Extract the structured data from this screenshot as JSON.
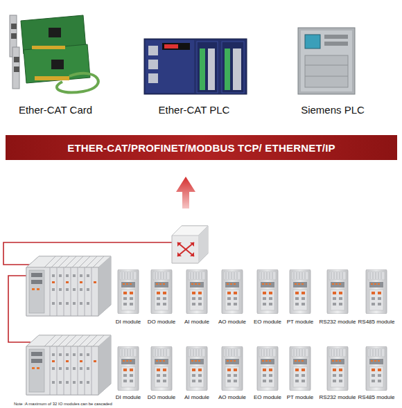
{
  "diagram": {
    "nodes": [
      {
        "text": [
          "Ether-CAT Card"
        ]
      },
      {
        "text": [
          "Ether-CAT PLC"
        ]
      },
      {
        "text": [
          "Siemens PLC"
        ]
      },
      {
        "text": [
          "ETHER-CAT/PROFINET/MODBUS TCP/ ETHERNET/IP"
        ]
      },
      {
        "text": [
          "DI module"
        ]
      },
      {
        "text": [
          "DO module"
        ]
      },
      {
        "text": [
          "AI module"
        ]
      },
      {
        "text": [
          "AO module"
        ]
      },
      {
        "text": [
          "EO module"
        ]
      },
      {
        "text": [
          "PT module"
        ]
      },
      {
        "text": [
          "RS232 module"
        ]
      },
      {
        "text": [
          "RS485 module"
        ]
      },
      {
        "text": [
          "DI module"
        ]
      },
      {
        "text": [
          "DO module"
        ]
      },
      {
        "text": [
          "AI module"
        ]
      },
      {
        "text": [
          "AO module"
        ]
      },
      {
        "text": [
          "EO module"
        ]
      },
      {
        "text": [
          "PT module"
        ]
      },
      {
        "text": [
          "RS232 module"
        ]
      },
      {
        "text": [
          "RS485 module"
        ]
      }
    ],
    "labels": [
      "Note :A maximum of 32 IO modules can be cascaded"
    ]
  }
}
